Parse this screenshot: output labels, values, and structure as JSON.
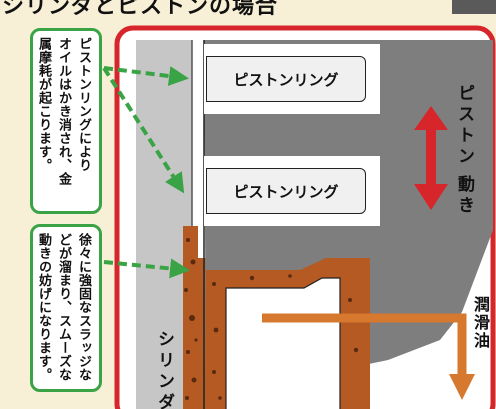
{
  "header": {
    "title": "シリンダとピストンの場合"
  },
  "notes": [
    {
      "text": "ピストンリングにより\nオイルはかき消され、金\n属摩耗が起こります。"
    },
    {
      "text": "徐々に強固なスラッジな\nどが溜まり、スムーズな\n動きの妨げになります。"
    }
  ],
  "labels": {
    "ring_top": "ピストンリング",
    "ring_bottom": "ピストンリング",
    "cylinder": "シリンダ",
    "piston_motion_1": "ピストン",
    "piston_motion_2": "動き",
    "oil": "潤滑油"
  },
  "colors": {
    "frame_red": "#d6262b",
    "arrow_green": "#3aa345",
    "sludge_brown": "#b45a22",
    "oil_orange": "#d6782e",
    "metal_gray": "#7e7e7e",
    "cylinder_gray": "#c6c6c6"
  },
  "icons": {
    "motion_arrow": "double-headed-vertical-arrow",
    "oil_arrow": "bent-down-arrow",
    "pointer_arrows": "dashed-arrow"
  }
}
